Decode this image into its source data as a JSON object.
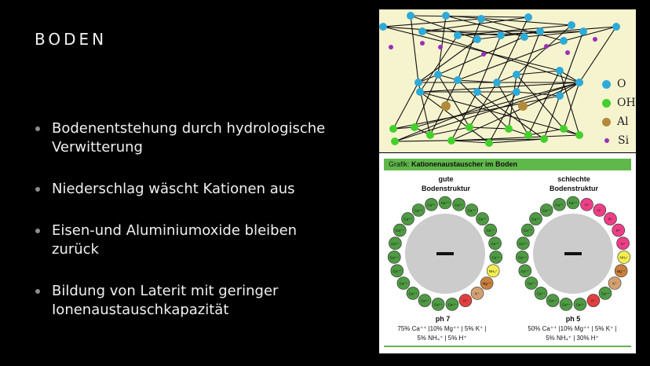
{
  "slide": {
    "title": "BODEN",
    "bullets": [
      "Bodenentstehung durch hydrologische Verwitterung",
      "Niederschlag wäscht Kationen aus",
      "Eisen-und Aluminiumoxide bleiben zurück",
      "Bildung von Laterit mit geringer Ionenaustauschkapazität"
    ]
  },
  "lattice": {
    "legend": [
      {
        "label": "O",
        "color": "#2eaad8",
        "icon": "oxygen-dot-icon"
      },
      {
        "label": "OH",
        "color": "#44d02c",
        "icon": "hydroxyl-dot-icon"
      },
      {
        "label": "Al",
        "color": "#b38a3c",
        "icon": "aluminium-dot-icon"
      },
      {
        "label": "Si",
        "color": "#9a2fb8",
        "icon": "silicon-dot-icon"
      }
    ]
  },
  "cation_exchanger": {
    "header_prefix": "Grafik:",
    "header_title": "Kationenaustauscher im Boden",
    "left": {
      "title_line1": "gute",
      "title_line2": "Bodenstruktur",
      "ph": "ph 7",
      "composition_line1": "75% Ca⁺⁺ |10% Mg⁺⁺ | 5% K⁺ |",
      "composition_line2": "5% NH₄⁺ | 5% H⁺"
    },
    "right": {
      "title_line1": "schlechte",
      "title_line2": "Bodenstruktur",
      "ph": "ph 5",
      "composition_line1": "50% Ca⁺⁺ |10% Mg⁺⁺ | 5% K⁺ |",
      "composition_line2": "5% NH₄⁺ | 30% H⁺"
    },
    "charge_symbol": "−",
    "ion_labels": {
      "ca": "Ca⁺⁺",
      "mg": "Mg⁺⁺",
      "k": "K⁺",
      "nh4": "NH₄⁺",
      "h": "H⁺"
    },
    "colors": {
      "ca": "#4f9a44",
      "mg": "#c9803e",
      "k": "#d3a070",
      "nh4": "#f4ee52",
      "h": "#ec3f86",
      "h_alt": "#e14040",
      "center": "#cccccc"
    }
  }
}
